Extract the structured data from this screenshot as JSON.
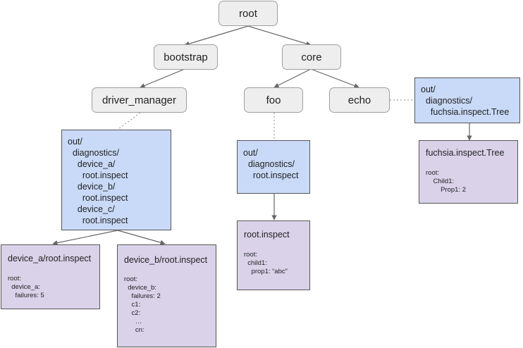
{
  "tree_nodes": {
    "root": "root",
    "bootstrap": "bootstrap",
    "core": "core",
    "driver_manager": "driver_manager",
    "foo": "foo",
    "echo": "echo"
  },
  "driver_dir_box": {
    "lines": [
      "out/",
      "  diagnostics/",
      "    device_a/",
      "      root.inspect",
      "    device_b/",
      "      root.inspect",
      "    device_c/",
      "      root.inspect"
    ]
  },
  "foo_dir_box": {
    "lines": [
      "out/",
      "  diagnostics/",
      "    root.inspect"
    ]
  },
  "echo_dir_box": {
    "lines": [
      "out/",
      "  diagnostics/",
      "    fuchsia.inspect.Tree"
    ]
  },
  "device_a_file": {
    "title": "device_a/root.inspect",
    "lines": [
      "root:",
      "  device_a:",
      "    failures: 5"
    ]
  },
  "device_b_file": {
    "title": "device_b/root.inspect",
    "lines": [
      "root:",
      "  device_b:",
      "    failures: 2",
      "    c1:",
      "    c2:",
      "      …",
      "      cn:"
    ]
  },
  "foo_file": {
    "title": "root.inspect",
    "lines": [
      "root:",
      "  child1:",
      "    prop1: “abc”"
    ]
  },
  "echo_file": {
    "title": "fuchsia.inspect.Tree",
    "lines": [
      "root:",
      "    Child1:",
      "        Prop1: 2"
    ]
  }
}
